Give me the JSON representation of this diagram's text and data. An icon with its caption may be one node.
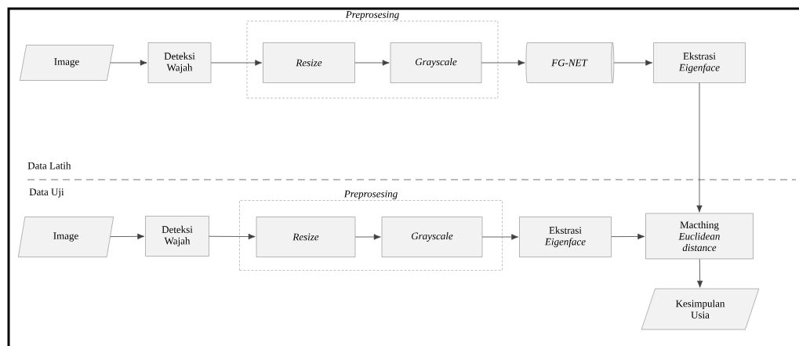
{
  "diagram": {
    "nodes": [
      {
        "text": [
          "Image"
        ]
      },
      {
        "text": [
          "Deteksi Wajah"
        ]
      },
      {
        "text": [
          "Preprosesing"
        ]
      },
      {
        "text": [
          "Resize"
        ],
        "in": 2
      },
      {
        "text": [
          "Grayscale"
        ],
        "in": 2
      },
      {
        "text": [
          "FG-NET"
        ]
      },
      {
        "text": [
          "Ekstrasi *Eigenface*"
        ]
      },
      {
        "text": [
          "Image"
        ]
      },
      {
        "text": [
          "Deteksi Wajah"
        ]
      },
      {
        "text": [
          "Preprosesing"
        ]
      },
      {
        "text": [
          "Resize"
        ],
        "in": 9
      },
      {
        "text": [
          "Grayscale"
        ],
        "in": 9
      },
      {
        "text": [
          "Ekstrasi *Eigenface*"
        ]
      },
      {
        "text": [
          "Macthing *Euclidean distance*"
        ]
      },
      {
        "text": [
          "Kesimpulan Usia"
        ]
      }
    ],
    "edges": [
      {
        "from": 0,
        "to": 1,
        "arrow": "to"
      },
      {
        "from": 1,
        "to": 3,
        "arrow": "to"
      },
      {
        "from": 3,
        "to": 4,
        "arrow": "to"
      },
      {
        "from": 4,
        "to": 5,
        "arrow": "to"
      },
      {
        "from": 5,
        "to": 6,
        "arrow": "to"
      },
      {
        "from": 6,
        "to": 13,
        "arrow": "to"
      },
      {
        "from": 7,
        "to": 8,
        "arrow": "to"
      },
      {
        "from": 8,
        "to": 10,
        "arrow": "to"
      },
      {
        "from": 10,
        "to": 11,
        "arrow": "to"
      },
      {
        "from": 11,
        "to": 12,
        "arrow": "to"
      },
      {
        "from": 12,
        "to": 13,
        "arrow": "to"
      },
      {
        "from": 13,
        "to": 14,
        "arrow": "to"
      }
    ],
    "labels": [
      "Data Latih",
      "Data Uji"
    ]
  }
}
